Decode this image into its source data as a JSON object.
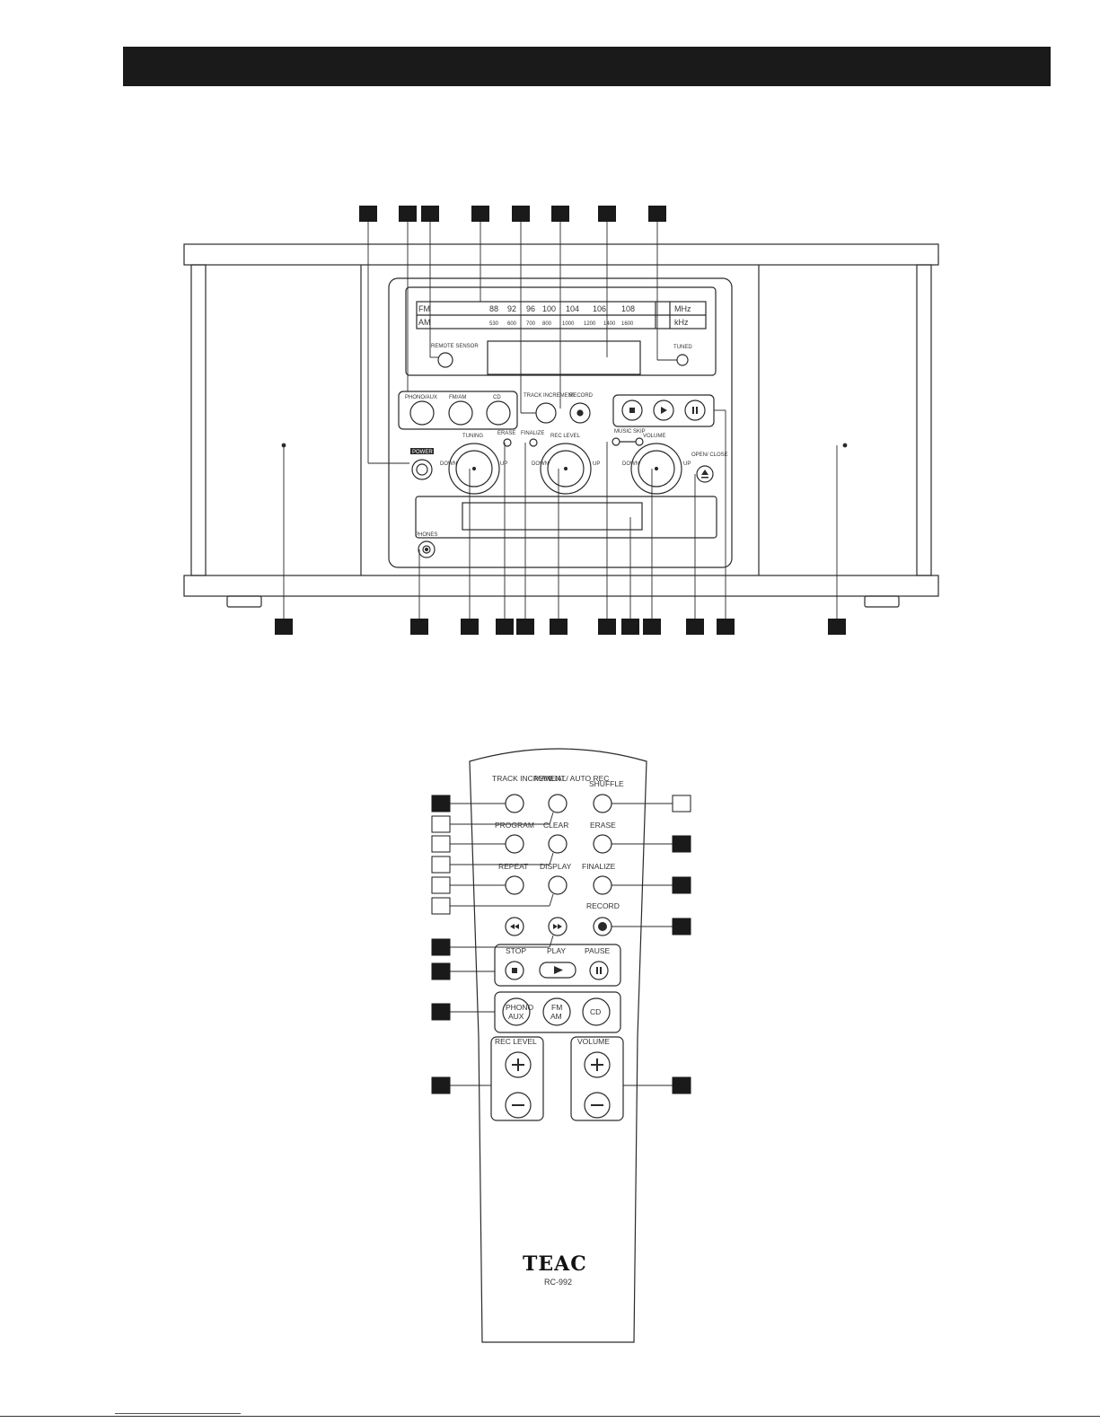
{
  "front_panel": {
    "band_fm": "FM",
    "band_am": "AM",
    "fm_scale": [
      "88",
      "92",
      "96",
      "100",
      "104",
      "106",
      "108"
    ],
    "am_scale": [
      "530",
      "600",
      "700",
      "800",
      "1000",
      "1200",
      "1400",
      "1600"
    ],
    "unit_mhz": "MHz",
    "unit_khz": "kHz",
    "remote_sensor": "REMOTE SENSOR",
    "tuned": "TUNED",
    "phono_aux": "PHONO/AUX",
    "fm_am": "FM/AM",
    "cd": "CD",
    "track_increment": "TRACK INCREMENT",
    "record": "RECORD",
    "music_skip": "MUSIC SKIP",
    "power": "POWER",
    "tuning": "TUNING",
    "down": "DOWN",
    "up": "UP",
    "erase": "ERASE",
    "finalize": "FINALIZE",
    "rec_level": "REC LEVEL",
    "volume": "VOLUME",
    "open_close": "OPEN/ CLOSE",
    "phones": "PHONES"
  },
  "remote": {
    "track_increment": "TRACK INCREMENT",
    "manual_auto_rec": "MANUAL/ AUTO REC",
    "shuffle": "SHUFFLE",
    "program": "PROGRAM",
    "clear": "CLEAR",
    "erase": "ERASE",
    "repeat": "REPEAT",
    "display": "DISPLAY",
    "finalize": "FINALIZE",
    "record": "RECORD",
    "stop": "STOP",
    "play": "PLAY",
    "pause": "PAUSE",
    "phono": "PHONO",
    "aux": "AUX",
    "fm": "FM",
    "am": "AM",
    "cd": "CD",
    "rec_level": "REC LEVEL",
    "volume": "VOLUME",
    "brand": "TEAC",
    "model": "RC-992"
  }
}
